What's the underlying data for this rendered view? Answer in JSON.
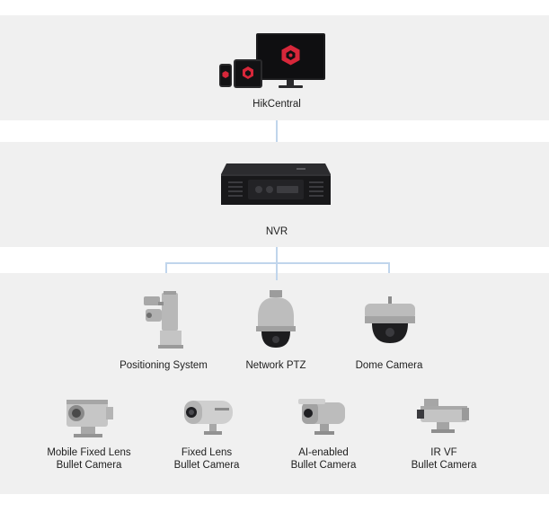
{
  "tiers": {
    "management": {
      "label": "HikCentral"
    },
    "recorder": {
      "label": "NVR"
    },
    "cameras": [
      {
        "line1": "Positioning System",
        "line2": ""
      },
      {
        "line1": "Network PTZ",
        "line2": ""
      },
      {
        "line1": "Dome Camera",
        "line2": ""
      },
      {
        "line1": "Mobile Fixed Lens",
        "line2": "Bullet Camera"
      },
      {
        "line1": "Fixed Lens",
        "line2": "Bullet Camera"
      },
      {
        "line1": "AI-enabled",
        "line2": "Bullet Camera"
      },
      {
        "line1": "IR VF",
        "line2": "Bullet Camera"
      }
    ]
  },
  "colors": {
    "band": "#f0f0f0",
    "connector": "#c0d5ec",
    "brand_red": "#d7273a"
  },
  "icons": [
    "monitor-icon",
    "tablet-icon",
    "phone-icon",
    "hikcentral-logo-icon",
    "nvr-icon",
    "positioning-system-icon",
    "ptz-camera-icon",
    "dome-camera-icon",
    "mobile-bullet-camera-icon",
    "fixed-bullet-camera-icon",
    "ai-bullet-camera-icon",
    "irvf-bullet-camera-icon"
  ]
}
